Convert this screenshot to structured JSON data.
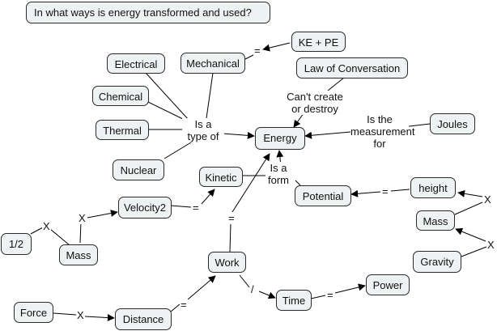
{
  "question": "In what ways is energy transformed and used?",
  "nodes": {
    "energy": "Energy",
    "ke_pe": "KE + PE",
    "law": "Law of Conversation",
    "electrical": "Electrical",
    "mechanical": "Mechanical",
    "chemical": "Chemical",
    "thermal": "Thermal",
    "nuclear": "Nuclear",
    "joules": "Joules",
    "kinetic": "Kinetic",
    "potential": "Potential",
    "height": "height",
    "velocity2": "Velocity2",
    "half": "1/2",
    "mass1": "Mass",
    "mass2": "Mass",
    "work": "Work",
    "gravity": "Gravity",
    "force": "Force",
    "distance": "Distance",
    "time": "Time",
    "power": "Power"
  },
  "links": {
    "is_a_type_of_1": "Is a",
    "is_a_type_of_2": "type of",
    "cant_create_1": "Can't create",
    "cant_create_2": "or destroy",
    "measurement_1": "Is the",
    "measurement_2": "measurement",
    "measurement_3": "for",
    "is_a_form_1": "Is a",
    "is_a_form_2": "form",
    "eq_keype": "=",
    "eq_velocity": "=",
    "eq_work": "=",
    "eq_potential": "=",
    "eq_distance": "=",
    "eq_time": "=",
    "x_half": "X",
    "x_mass": "X",
    "x_height": "X",
    "x_gravity": "X",
    "x_force": "X",
    "div_work": "/"
  }
}
